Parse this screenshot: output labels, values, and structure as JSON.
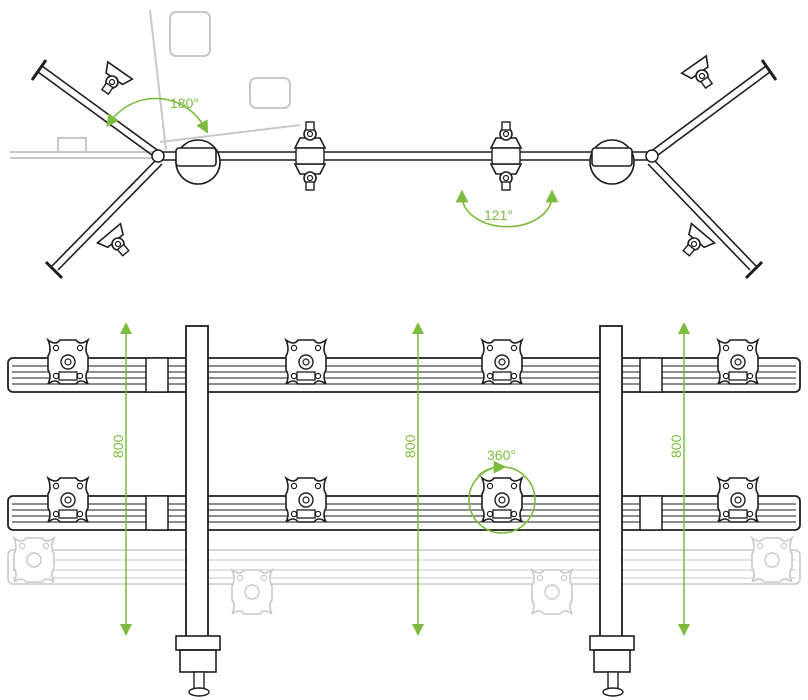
{
  "annotations": {
    "top_view_angle_left": "180°",
    "top_view_angle_center": "121°",
    "rotation_label": "360°",
    "height_left": "800",
    "height_center": "800",
    "height_right": "800"
  },
  "colors": {
    "accent_green": "#7dbb3f",
    "line": "#1e1e1e",
    "ghost": "#c8c8c8",
    "fill": "#ffffff"
  }
}
